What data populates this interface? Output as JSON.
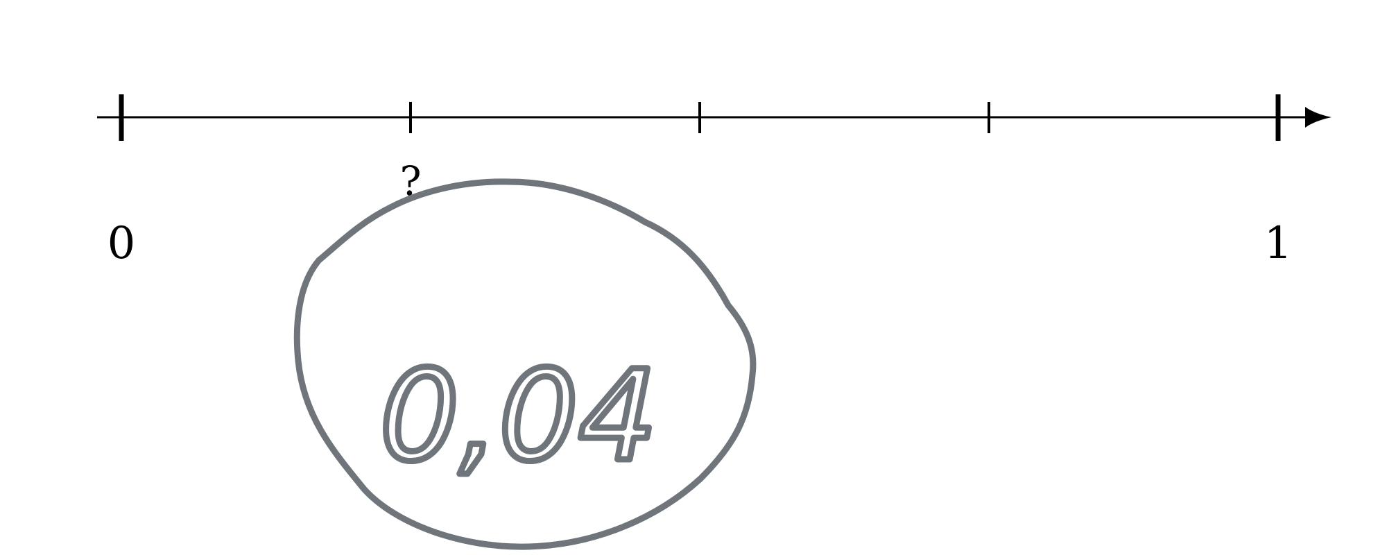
{
  "number_line": {
    "start_label": "0",
    "end_label": "1",
    "start_value": 0,
    "end_value": 1,
    "tick_values": [
      0,
      0.25,
      0.5,
      0.75,
      1
    ],
    "unknown_marker": {
      "label": "?",
      "value": 0.25
    },
    "arrow_direction": "right",
    "line_color": "#000000"
  },
  "annotation": {
    "text": "0,04",
    "style": "handwritten",
    "enclosed_in": "circle",
    "color": "#6f757a"
  }
}
